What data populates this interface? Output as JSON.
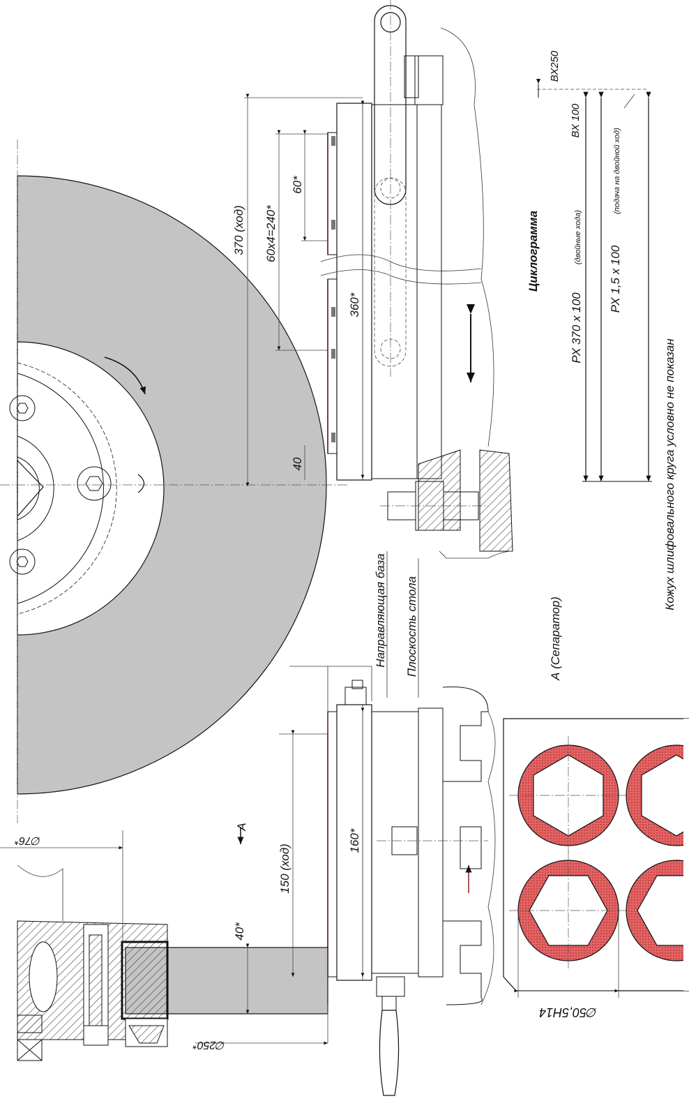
{
  "labels": {
    "dim_370": "370 (ход)",
    "dim_60x4": "60х4=240*",
    "dim_60": "60*",
    "dim_360": "360*",
    "dim_40_top": "40",
    "dim_150": "150 (ход)",
    "dim_160": "160*",
    "dim_40_bottom": "40*",
    "dim_d76": "∅76*",
    "dim_d250": "∅250*",
    "dim_d50": "∅50,5H14",
    "view_a_arrow": "A",
    "guide_base": "Направляющая база",
    "table_plane": "Плоскость стола",
    "view_a_title": "А (Сепаратор)",
    "cyclogram_title": "Циклограмма",
    "cyc_vx250": "ВХ250",
    "cyc_vx100": "ВХ 100",
    "cyc_rx370": "РХ 370 х 100",
    "cyc_rx370_note": "(двойные хода)",
    "cyc_rx15": "РХ 1,5 х 100",
    "cyc_rx15_note": "(подача на двойной ход)",
    "wheel_guard_note": "Кожух шлифовального круга условно не показан"
  },
  "colors": {
    "wheel": "#c4c4c4",
    "part_red": "#b3262c",
    "part_fill": "#e86a6a",
    "line": "#111111"
  },
  "icons": {
    "rotation_arrow": "curved-arrow-icon",
    "reciprocation_arrow": "double-arrow-icon",
    "feed_arrow": "arrow-icon",
    "handle": "lever-handle-icon"
  }
}
